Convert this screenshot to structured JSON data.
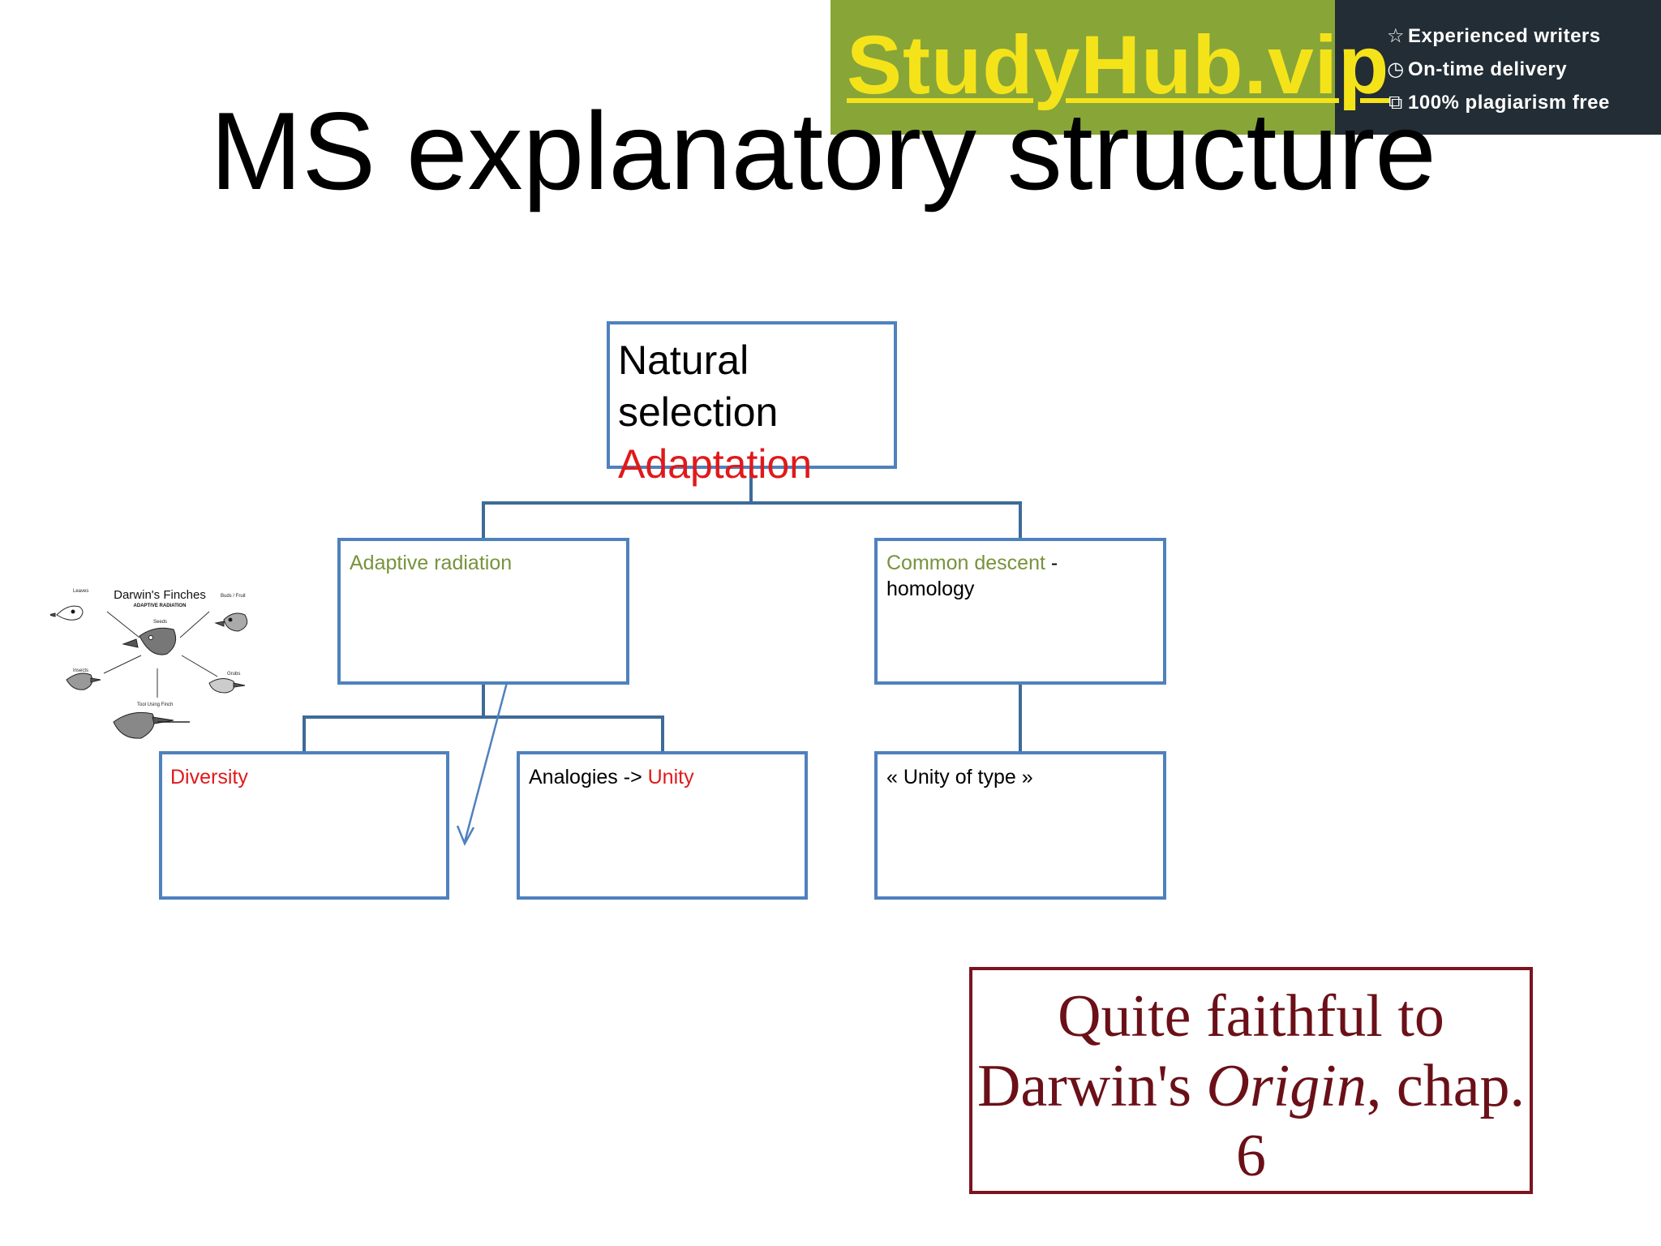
{
  "title": "MS explanatory structure",
  "banner": {
    "logo": "StudyHub.vip",
    "features": [
      "Experienced writers",
      "On-time delivery",
      "100% plagiarism free"
    ],
    "feature_icons": [
      "star-icon",
      "clock-icon",
      "copy-icon"
    ],
    "colors": {
      "green": "#88a538",
      "dark": "#232d35",
      "logo": "#f5e31a"
    }
  },
  "diagram": {
    "root": {
      "line1": "Natural",
      "line2": "selection",
      "line3": "Adaptation"
    },
    "adaptive_radiation": "Adaptive radiation",
    "common_descent": {
      "olive": "Common descent",
      "dash": " -",
      "rest": "homology"
    },
    "diversity": "Diversity",
    "analogies": {
      "prefix": "Analogies -> ",
      "unity": "Unity"
    },
    "unity_of_type": "« Unity of type »",
    "colors": {
      "box_border": "#4f81bd",
      "connector": "#3e6b98",
      "red": "#e0191b",
      "olive": "#77933c"
    }
  },
  "finches": {
    "title": "Darwin's Finches",
    "subtitle": "ADAPTIVE RADIATION",
    "labels": [
      "Leaves",
      "Buds / Fruit",
      "Seeds",
      "Insects",
      "Grubs",
      "Tool Using Finch"
    ]
  },
  "quote": {
    "line1": "Quite faithful to",
    "line2_a": "Darwin's ",
    "line2_b": "Origin",
    "line2_c": ", chap.",
    "line3": "6",
    "color": "#6b1018"
  }
}
